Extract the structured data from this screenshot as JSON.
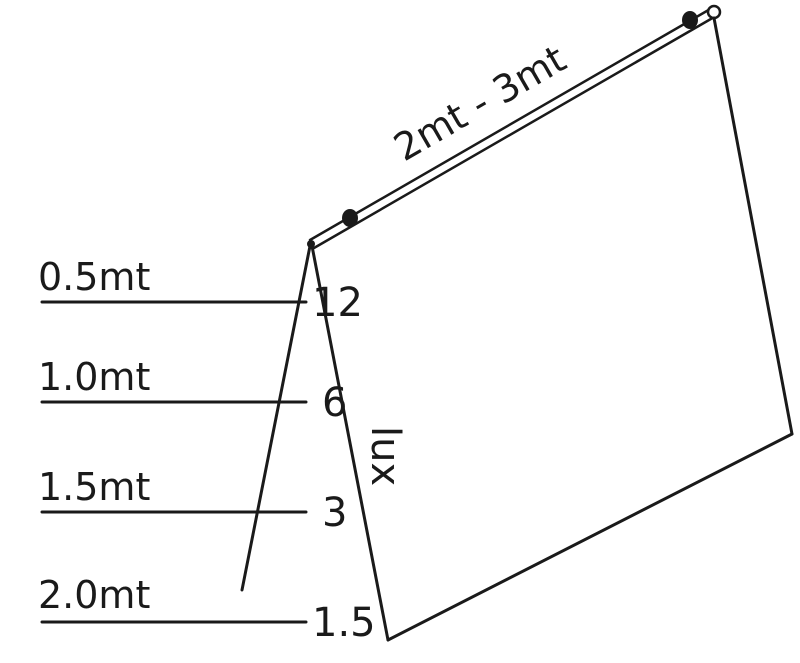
{
  "diagram": {
    "rod_length": "2mt - 3mt",
    "unit": "lux",
    "rows": [
      {
        "distance": "0.5mt",
        "lux": "12"
      },
      {
        "distance": "1.0mt",
        "lux": "6"
      },
      {
        "distance": "1.5mt",
        "lux": "3"
      },
      {
        "distance": "2.0mt",
        "lux": "1.5"
      }
    ],
    "colors": {
      "ink": "#1a1a1a",
      "background": "#ffffff"
    }
  }
}
